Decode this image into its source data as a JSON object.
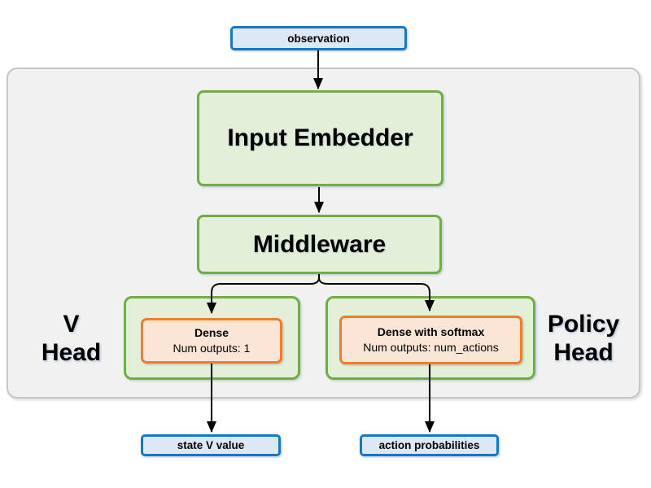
{
  "nodes": {
    "observation": {
      "label": "observation"
    },
    "input_embedder": {
      "label": "Input Embedder"
    },
    "middleware": {
      "label": "Middleware"
    },
    "v_head": {
      "group_label_line1": "V",
      "group_label_line2": "Head",
      "layer_title": "Dense",
      "layer_detail": "Num outputs: 1"
    },
    "policy_head": {
      "group_label_line1": "Policy",
      "group_label_line2": "Head",
      "layer_title": "Dense with softmax",
      "layer_detail": "Num outputs: num_actions"
    },
    "state_v_value": {
      "label": "state V value"
    },
    "action_probabilities": {
      "label": "action probabilities"
    }
  },
  "edges": [
    {
      "from": "observation",
      "to": "input_embedder"
    },
    {
      "from": "input_embedder",
      "to": "middleware"
    },
    {
      "from": "middleware",
      "to": "v_head_dense"
    },
    {
      "from": "middleware",
      "to": "policy_head_dense"
    },
    {
      "from": "v_head_dense",
      "to": "state_v_value"
    },
    {
      "from": "policy_head_dense",
      "to": "action_probabilities"
    }
  ],
  "colors": {
    "io_fill": "#dbe8f5",
    "io_border": "#1877c1",
    "block_fill": "#e3efd9",
    "block_border": "#70ad47",
    "layer_fill": "#fbe5d6",
    "layer_border": "#ed7d31",
    "container_fill": "#f1f1f1",
    "container_border": "#c6c6c6",
    "arrow": "#000000"
  }
}
